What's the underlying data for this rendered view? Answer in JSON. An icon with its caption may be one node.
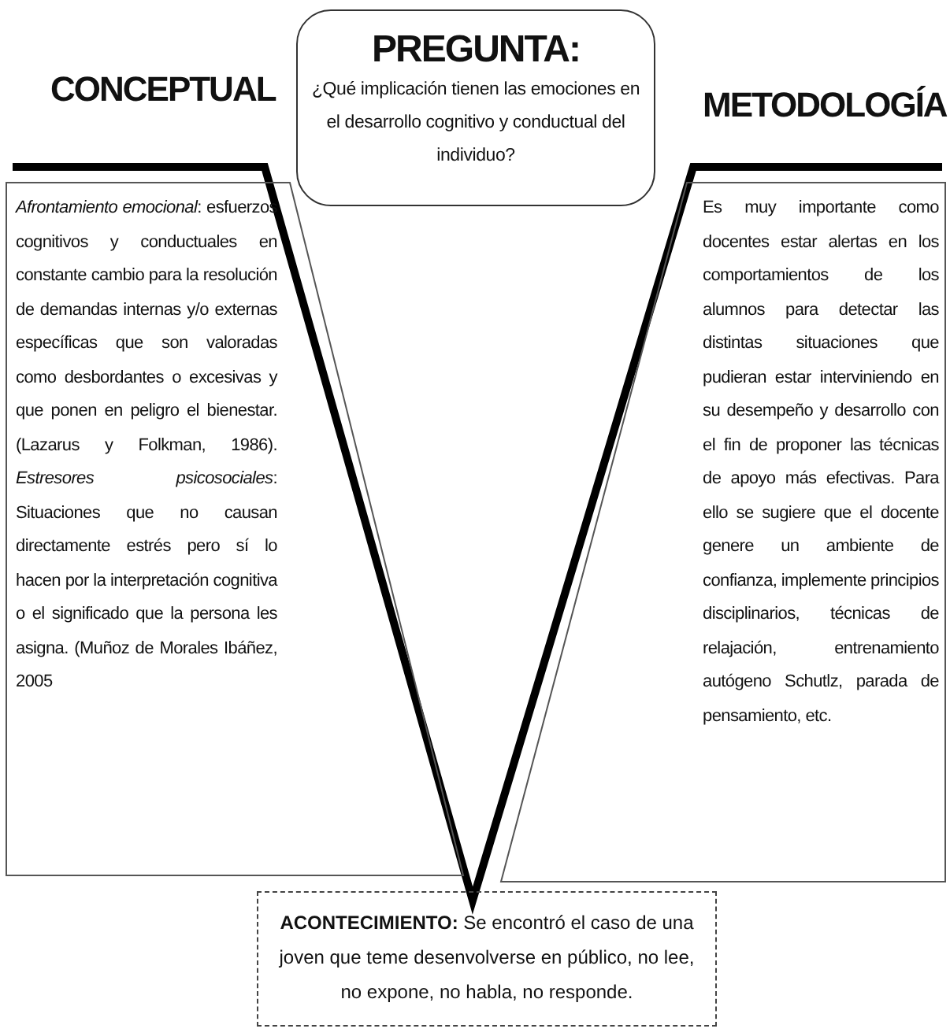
{
  "diagram": {
    "nodes": [
      {
        "text": [
          "PREGUNTA:",
          "¿Qué implicación tienen las emociones en el desarrollo cognitivo y conductual del individuo?"
        ]
      },
      {
        "text": [
          "CONCEPTUAL",
          "*Afrontamiento emocional*: esfuerzos cognitivos y conductuales en constante cambio para la resolución de demandas internas y/o externas específicas que son valoradas como desbordantes o excesivas y que ponen en peligro el bienestar. (Lazarus y Folkman, 1986). *Estresores psicosociales*: Situaciones que no causan directamente estrés pero sí lo hacen por la interpretación cognitiva o el significado que la persona les asigna. (Muñoz de Morales Ibáñez, 2005"
        ]
      },
      {
        "text": [
          "METODOLOGÍA",
          "Es muy importante como docentes estar alertas en los comportamientos de los alumnos para detectar las distintas situaciones que pudieran estar interviniendo en su desempeño y desarrollo con el fin de proponer las técnicas de apoyo más efectivas. Para ello se sugiere que el docente genere un ambiente de confianza, implemente principios disciplinarios, técnicas de relajación, entrenamiento autógeno Schutlz, parada de pensamiento, etc."
        ]
      },
      {
        "text": [
          "**ACONTECIMIENTO:** Se encontró el caso de una joven que teme desenvolverse en público, no lee, no expone, no habla, no responde."
        ]
      }
    ]
  }
}
